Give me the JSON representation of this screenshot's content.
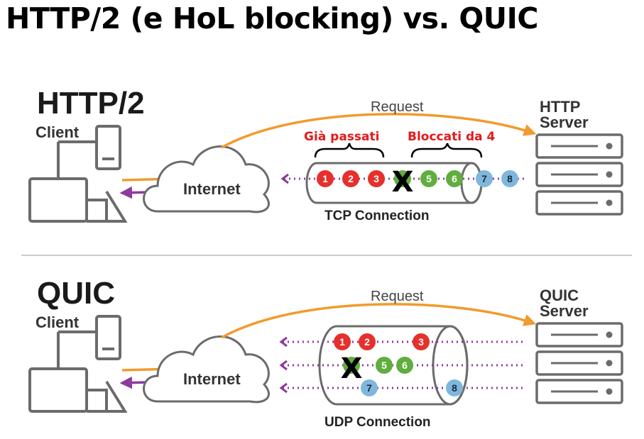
{
  "title": "HTTP/2 (e HoL blocking) vs. QUIC",
  "colors": {
    "red": "#e5302b",
    "green": "#5fae3e",
    "blue": "#7fb7dc",
    "orange": "#f29a2e",
    "purple": "#8e3a9e",
    "gray": "#6b6b6b",
    "annotation": "#e51a1a"
  },
  "http2": {
    "section_title": "HTTP/2",
    "client_label": "Client",
    "internet_label": "Internet",
    "request_label": "Request",
    "server_label_line1": "HTTP",
    "server_label_line2": "Server",
    "connection_label": "TCP Connection",
    "passed_label": "Già passati",
    "blocked_label": "Bloccati da 4",
    "blocked_marker": "X",
    "packets": [
      "1",
      "2",
      "3",
      "5",
      "6",
      "7",
      "8"
    ]
  },
  "quic": {
    "section_title": "QUIC",
    "client_label": "Client",
    "internet_label": "Internet",
    "request_label": "Request",
    "server_label_line1": "QUIC",
    "server_label_line2": "Server",
    "connection_label": "UDP Connection",
    "blocked_marker": "X",
    "packets": [
      "1",
      "2",
      "3",
      "5",
      "6",
      "7",
      "8"
    ]
  }
}
